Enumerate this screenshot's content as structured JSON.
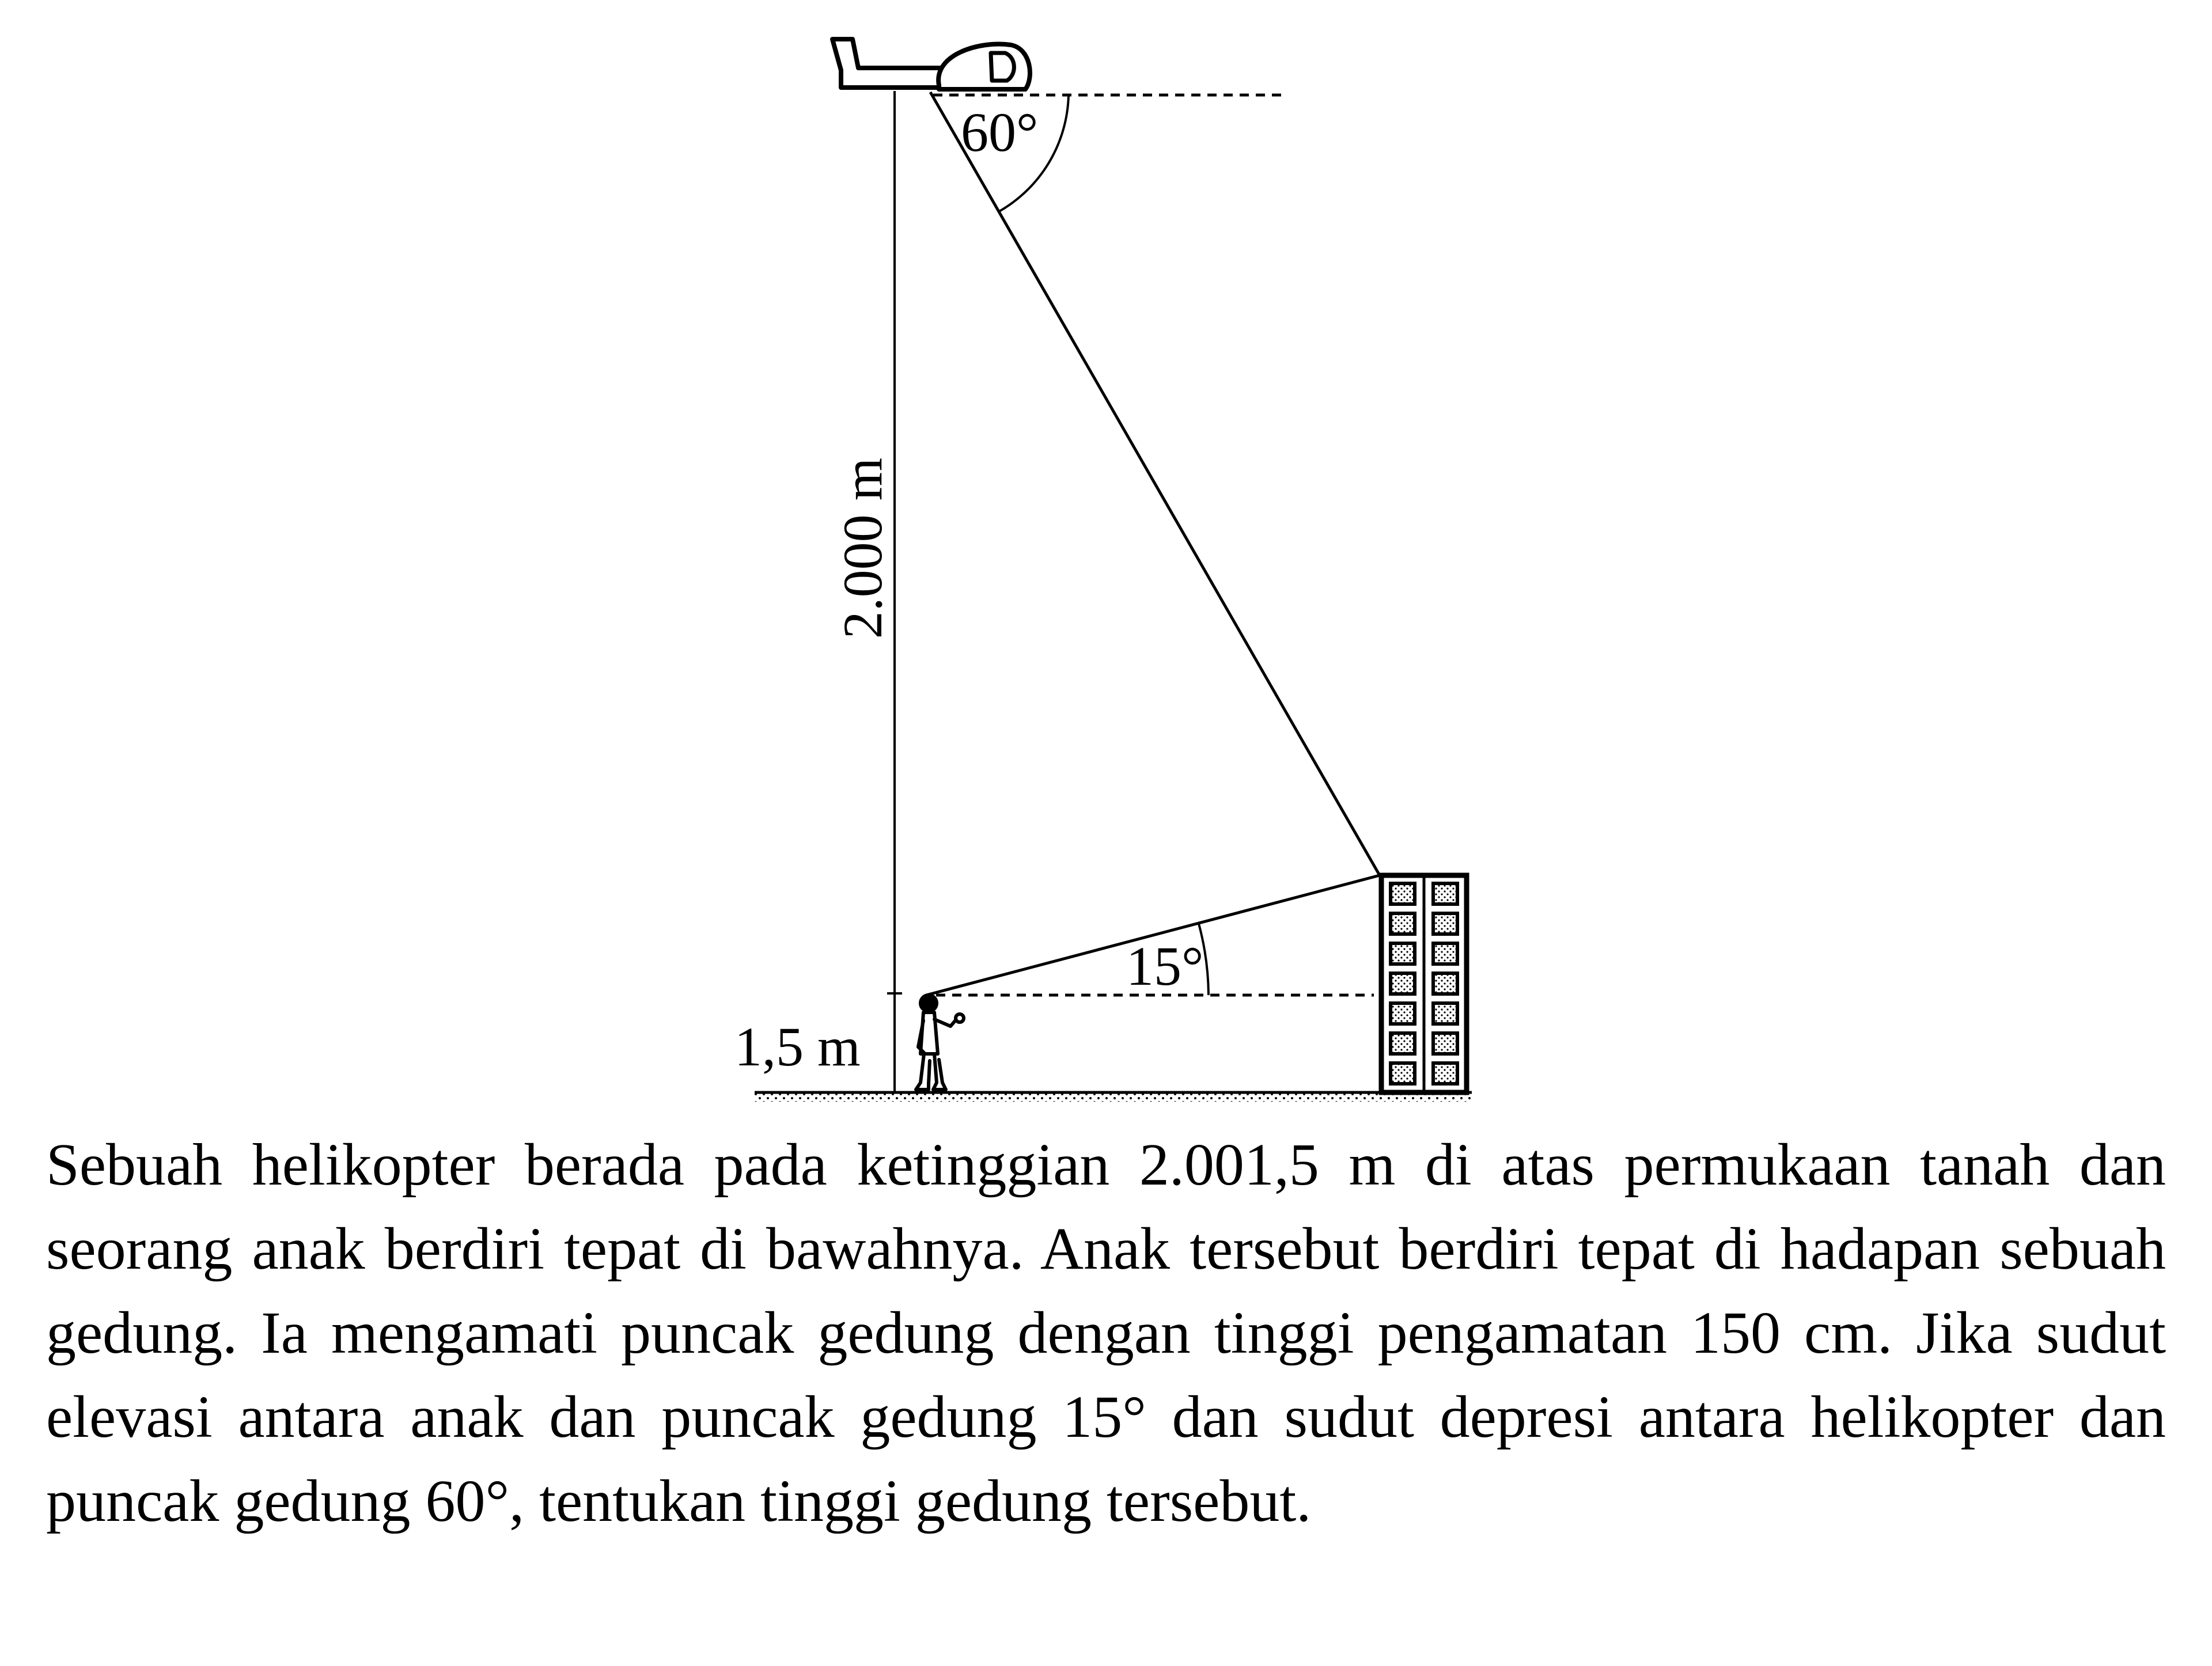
{
  "diagram": {
    "label_angle_depression": "60°",
    "label_angle_elevation": "15°",
    "label_helicopter_height": "2.000 m",
    "label_child_height": "1,5 m"
  },
  "problem": {
    "text": "Sebuah helikopter berada pada ketinggian 2.001,5 m di atas permukaan tanah dan seorang anak berdiri tepat di bawahnya. Anak tersebut berdiri tepat di hadapan sebuah gedung. Ia mengamati puncak gedung dengan tinggi pengamatan 150 cm. Jika sudut elevasi antara anak dan puncak gedung 15° dan sudut depresi antara helikopter dan puncak gedung 60°, tentukan tinggi gedung tersebut."
  }
}
